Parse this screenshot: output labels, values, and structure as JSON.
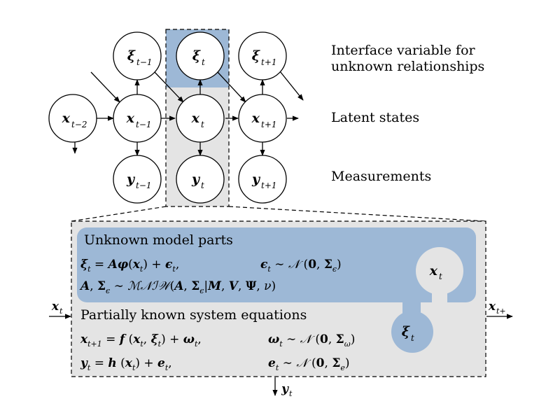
{
  "legend": {
    "interface_line1": "Interface variable for",
    "interface_line2": "unknown relationships",
    "latent": "Latent states",
    "measurements": "Measurements"
  },
  "nodes": {
    "xi_tm1": {
      "base": "ξ",
      "sub": "t−1"
    },
    "xi_t": {
      "base": "ξ",
      "sub": "t"
    },
    "xi_tp1": {
      "base": "ξ",
      "sub": "t+1"
    },
    "x_tm2": {
      "base": "x",
      "sub": "t−2"
    },
    "x_tm1": {
      "base": "x",
      "sub": "t−1"
    },
    "x_t": {
      "base": "x",
      "sub": "t"
    },
    "x_tp1": {
      "base": "x",
      "sub": "t+1"
    },
    "y_tm1": {
      "base": "y",
      "sub": "t−1"
    },
    "y_t": {
      "base": "y",
      "sub": "t"
    },
    "y_tp1": {
      "base": "y",
      "sub": "t+1"
    }
  },
  "detail": {
    "unknown_title": "Unknown model parts",
    "known_title": "Partially known system equations",
    "input_label": {
      "base": "x",
      "sub": "t"
    },
    "output_label": {
      "base": "x",
      "sub": "t+"
    },
    "meas_label": {
      "base": "y",
      "sub": "t"
    },
    "x_bubble": {
      "base": "x",
      "sub": "t"
    },
    "xi_bubble": {
      "base": "ξ",
      "sub": "t"
    }
  },
  "colors": {
    "blue": "#9db8d6",
    "grey": "#e4e4e4"
  }
}
